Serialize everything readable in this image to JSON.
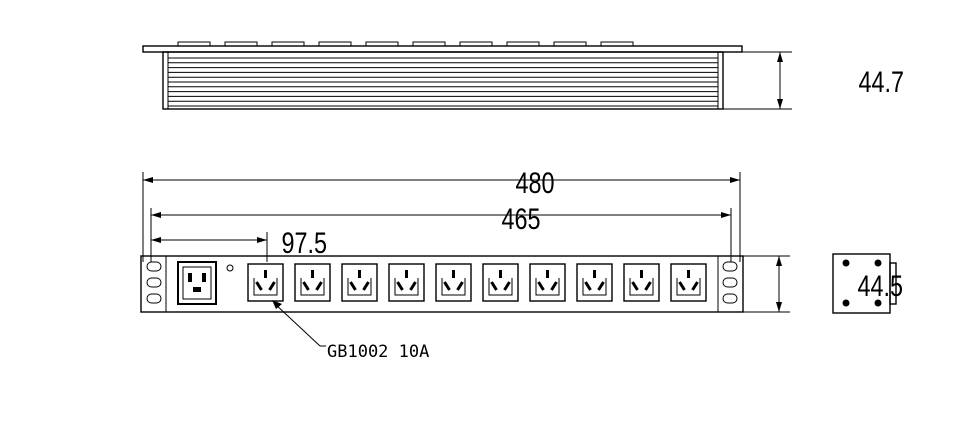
{
  "dimensions": {
    "top_height": "44.7",
    "overall_width": "480",
    "mount_width": "465",
    "offset": "97.5",
    "front_height": "44.5"
  },
  "callout": {
    "label": "GB1002 10A"
  },
  "outlets": {
    "count": 10
  }
}
